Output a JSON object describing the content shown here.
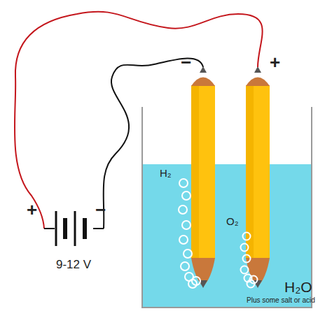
{
  "diagram": {
    "labels": [
      "−",
      "+",
      "+",
      "−",
      "9-12 V",
      "H₂",
      "O₂",
      "H₂O",
      "Plus some salt or acid"
    ]
  }
}
